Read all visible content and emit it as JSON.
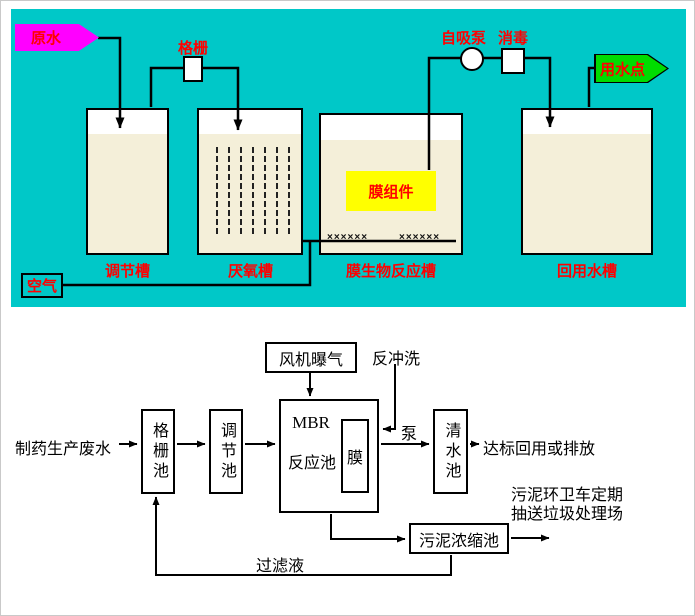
{
  "schematic": {
    "raw_water": "原水",
    "screen": "格栅",
    "self_priming_pump": "自吸泵",
    "disinfection": "消毒",
    "water_use_point": "用水点",
    "air": "空气",
    "membrane_module": "膜组件",
    "diffuser_marks": "××××××",
    "tanks": [
      {
        "label": "调节槽"
      },
      {
        "label": "厌氧槽"
      },
      {
        "label": "膜生物反应槽"
      },
      {
        "label": "回用水槽"
      }
    ],
    "colors": {
      "panel_background": "#00C8C8",
      "tank_fill": "#F4EFD9",
      "membrane_module_fill": "#FFFF00",
      "raw_water_banner": "#FF00FF",
      "use_point_banner": "#00DC00",
      "label_text": "#FF0000",
      "line": "#000000"
    }
  },
  "flowchart": {
    "aeration_blower": "风机曝气",
    "backwash": "反冲洗",
    "influent": "制药生产废水",
    "screen_tank": "格栅池",
    "regulating_tank": "调节池",
    "mbr_title": "MBR",
    "mbr_subtitle": "反应池",
    "membrane": "膜",
    "pump": "泵",
    "clean_water_tank": "清水池",
    "effluent": "达标回用或排放",
    "sludge_thickening_tank": "污泥浓缩池",
    "sludge_disposal_line1": "污泥环卫车定期",
    "sludge_disposal_line2": "抽送垃圾处理场",
    "filtrate": "过滤液"
  }
}
